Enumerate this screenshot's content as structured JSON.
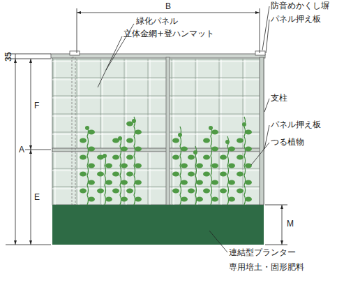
{
  "diagram": {
    "labels": [
      "B",
      "35",
      "A",
      "F",
      "E",
      "M",
      "緑化パネル",
      "立体金網+登ハンマット",
      "防音めかくし塀",
      "パネル押え板",
      "支柱",
      "パネル押え板",
      "つる植物",
      "連結型プランター",
      "専用培土・固形肥料"
    ]
  }
}
